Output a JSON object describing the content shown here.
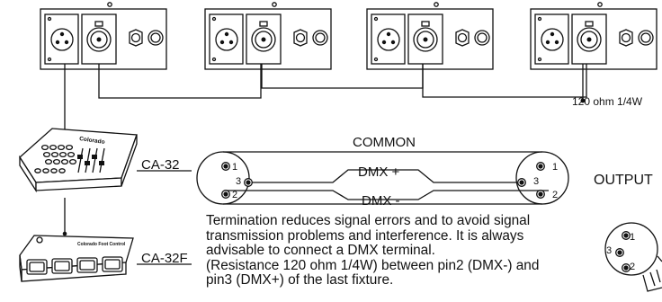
{
  "fixtures": {
    "count": 4
  },
  "resistor_label": "120 ohm 1/4W",
  "controllers": [
    {
      "brand": "Colorado",
      "model": "CA-32"
    },
    {
      "brand": "Colorado Foot Control",
      "model": "CA-32F"
    }
  ],
  "cable": {
    "common_label": "COMMON",
    "dmx_plus_label": "DMX +",
    "dmx_minus_label": "DMX -",
    "left_pins": [
      "1",
      "3",
      "2"
    ],
    "right_pins": [
      "1",
      "3",
      "2"
    ]
  },
  "output": {
    "label": "OUTPUT",
    "pins": [
      "1",
      "3",
      "2"
    ]
  },
  "termination_text": [
    "Termination reduces signal errors and to avoid signal",
    "transmission problems and interference. It is always",
    "advisable to connect a DMX terminal.",
    "(Resistance 120 ohm 1/4W) between pin2 (DMX-) and",
    "pin3 (DMX+) of the last fixture."
  ]
}
